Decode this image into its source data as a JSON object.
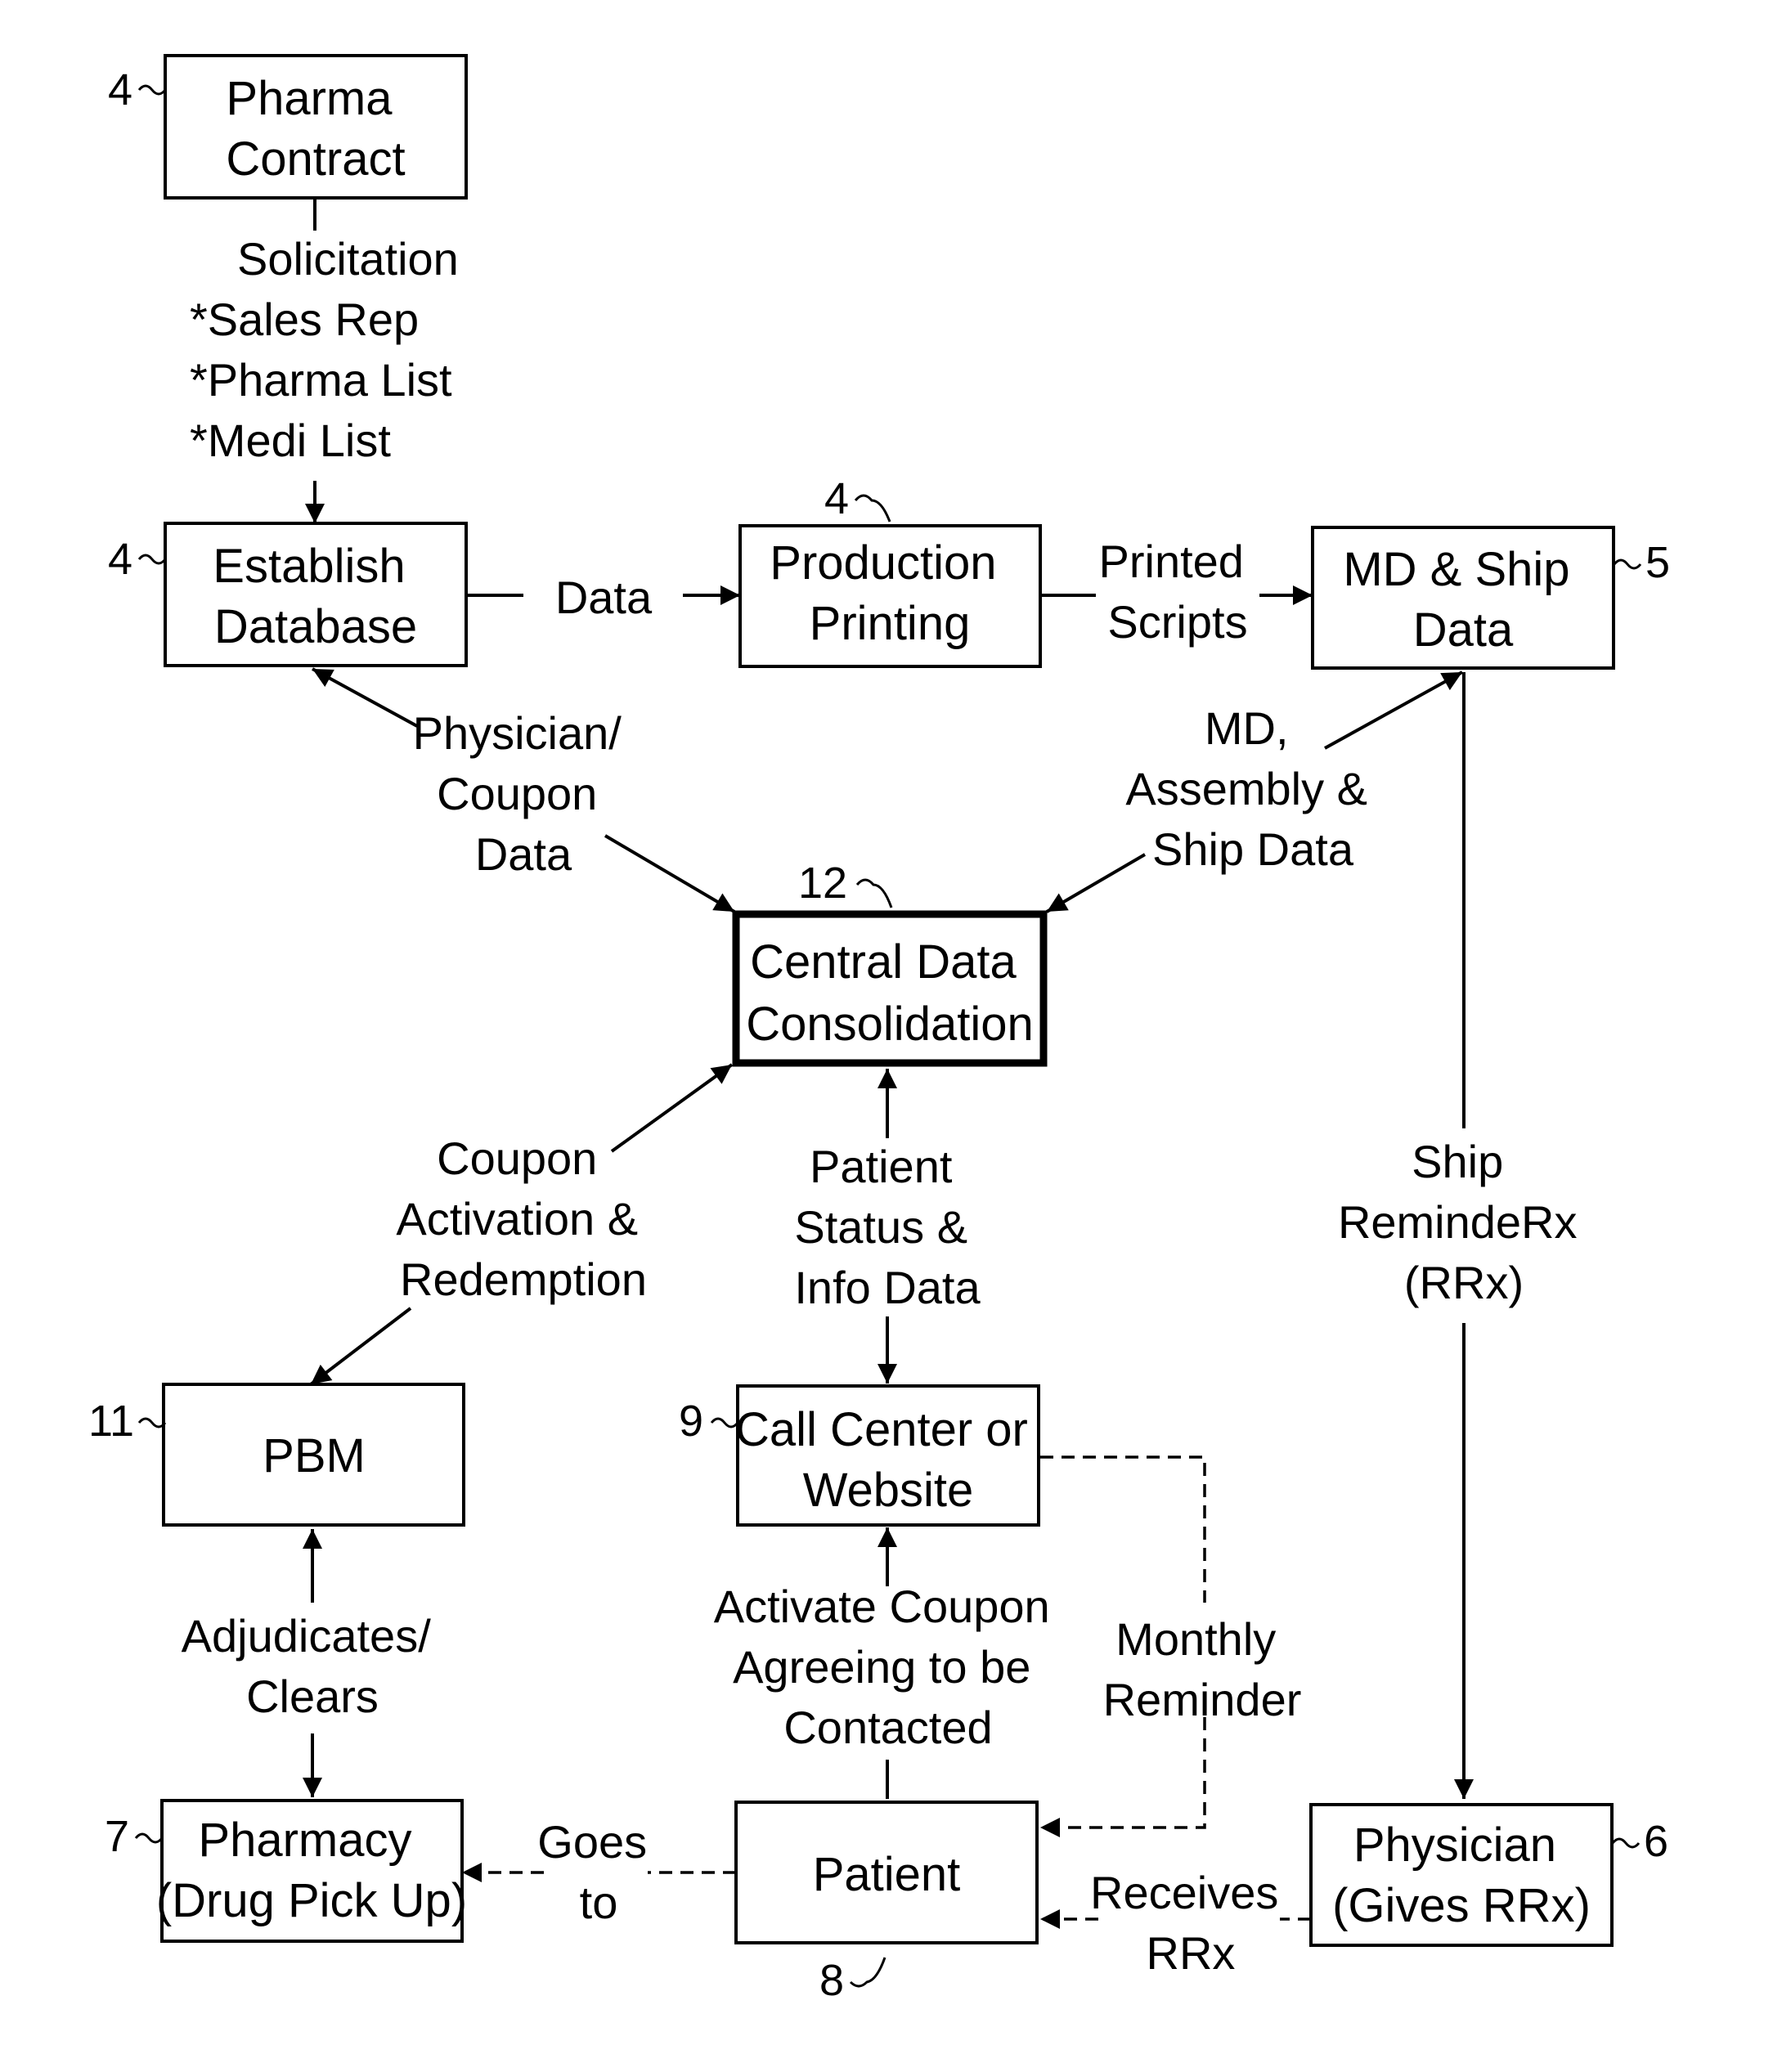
{
  "nodes": {
    "pharma_contract": {
      "lines": [
        "Pharma",
        "Contract"
      ],
      "ref": "4"
    },
    "establish_database": {
      "lines": [
        "Establish",
        "Database"
      ],
      "ref": "4"
    },
    "production_printing": {
      "lines": [
        "Production",
        "Printing"
      ],
      "ref": "4"
    },
    "md_ship_data": {
      "lines": [
        "MD & Ship",
        "Data"
      ],
      "ref": "5"
    },
    "central_data": {
      "lines": [
        "Central Data",
        "Consolidation"
      ],
      "ref": "12"
    },
    "pbm": {
      "lines": [
        "PBM"
      ],
      "ref": "11"
    },
    "call_center": {
      "lines": [
        "Call Center or",
        "Website"
      ],
      "ref": "9"
    },
    "pharmacy": {
      "lines": [
        "Pharmacy",
        "(Drug Pick Up)"
      ],
      "ref": "7"
    },
    "patient": {
      "lines": [
        "Patient"
      ],
      "ref": "8"
    },
    "physician": {
      "lines": [
        "Physician",
        "(Gives RRx)"
      ],
      "ref": "6"
    }
  },
  "edge_labels": {
    "solicitation": [
      "Solicitation",
      "*Sales Rep",
      "*Pharma List",
      "*Medi List"
    ],
    "data": [
      "Data"
    ],
    "printed_scripts": [
      "Printed",
      "Scripts"
    ],
    "physician_coupon": [
      "Physician/",
      "Coupon",
      "Data"
    ],
    "md_assembly": [
      "MD,",
      "Assembly &",
      "Ship Data"
    ],
    "coupon_activation": [
      "Coupon",
      "Activation &",
      "Redemption"
    ],
    "patient_status": [
      "Patient",
      "Status &",
      "Info Data"
    ],
    "ship_reminderx": [
      "Ship",
      "RemindeRx",
      "(RRx)"
    ],
    "adjudicates": [
      "Adjudicates/",
      "Clears"
    ],
    "activate_coupon": [
      "Activate Coupon",
      "Agreeing to be",
      "Contacted"
    ],
    "monthly_reminder": [
      "Monthly",
      "Reminder"
    ],
    "goes_to": [
      "Goes",
      "to"
    ],
    "receives_rrx": [
      "Receives",
      "RRx"
    ]
  }
}
